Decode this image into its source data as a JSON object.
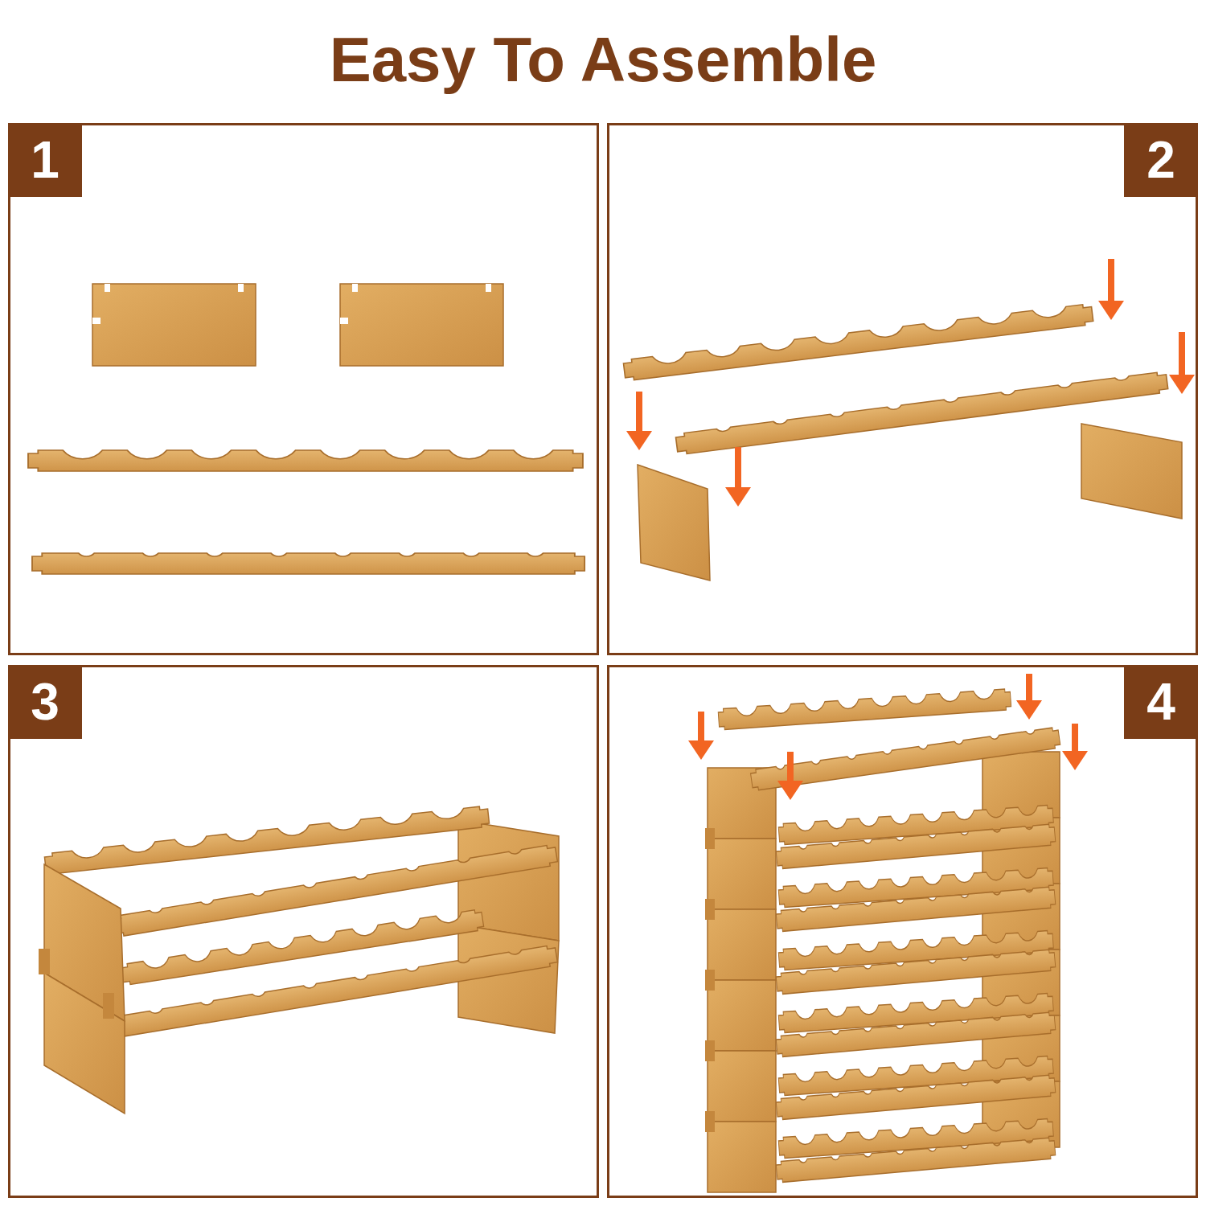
{
  "diagram": {
    "title": "Easy To Assemble",
    "nodes": [
      {
        "text": [
          "1"
        ]
      },
      {
        "text": [
          "2"
        ]
      },
      {
        "text": [
          "3"
        ]
      },
      {
        "text": [
          "4"
        ]
      }
    ]
  }
}
